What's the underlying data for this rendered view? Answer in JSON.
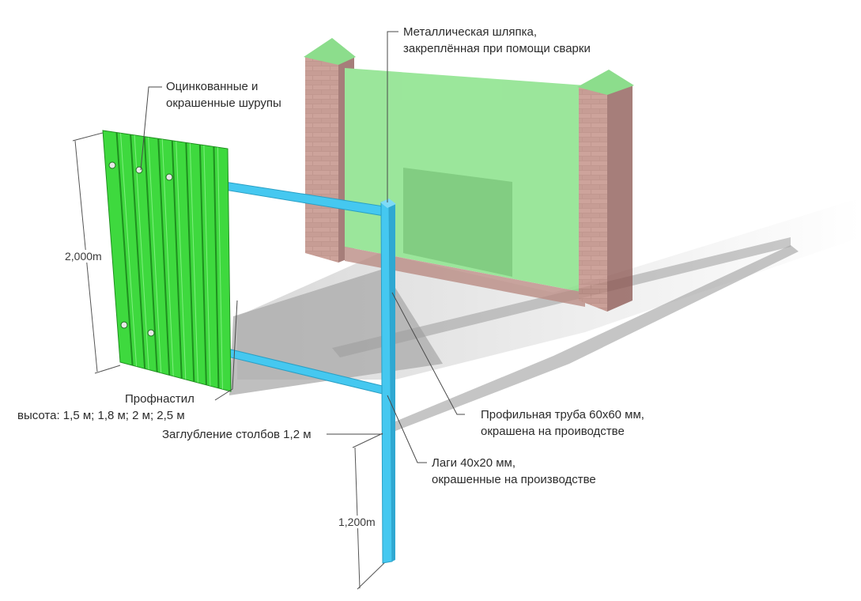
{
  "labels": {
    "cap": [
      "Металлическая шляпка,",
      "закреплённая при помощи сварки"
    ],
    "screws": [
      "Оцинкованные и",
      "окрашенные шурупы"
    ],
    "sheet_title": "Профнастил",
    "sheet_heights": "высота: 1,5 м; 1,8 м; 2 м; 2,5 м",
    "post_depth": "Заглубление столбов 1,2 м",
    "pipe": [
      "Профильная труба 60х60 мм,",
      "окрашена на проиводстве"
    ],
    "rails": [
      "Лаги 40х20 мм,",
      "окрашенные на производстве"
    ]
  },
  "dimensions": {
    "sheet_height": "2,000m",
    "post_depth": "1,200m"
  },
  "colors": {
    "sheet_green": "#3ed93e",
    "sheet_dark": "#1f8f1f",
    "pipe_blue": "#45c8f0",
    "brick": "#a8706a",
    "cap_green": "#55c455",
    "shadow": "#b4b4b4"
  }
}
